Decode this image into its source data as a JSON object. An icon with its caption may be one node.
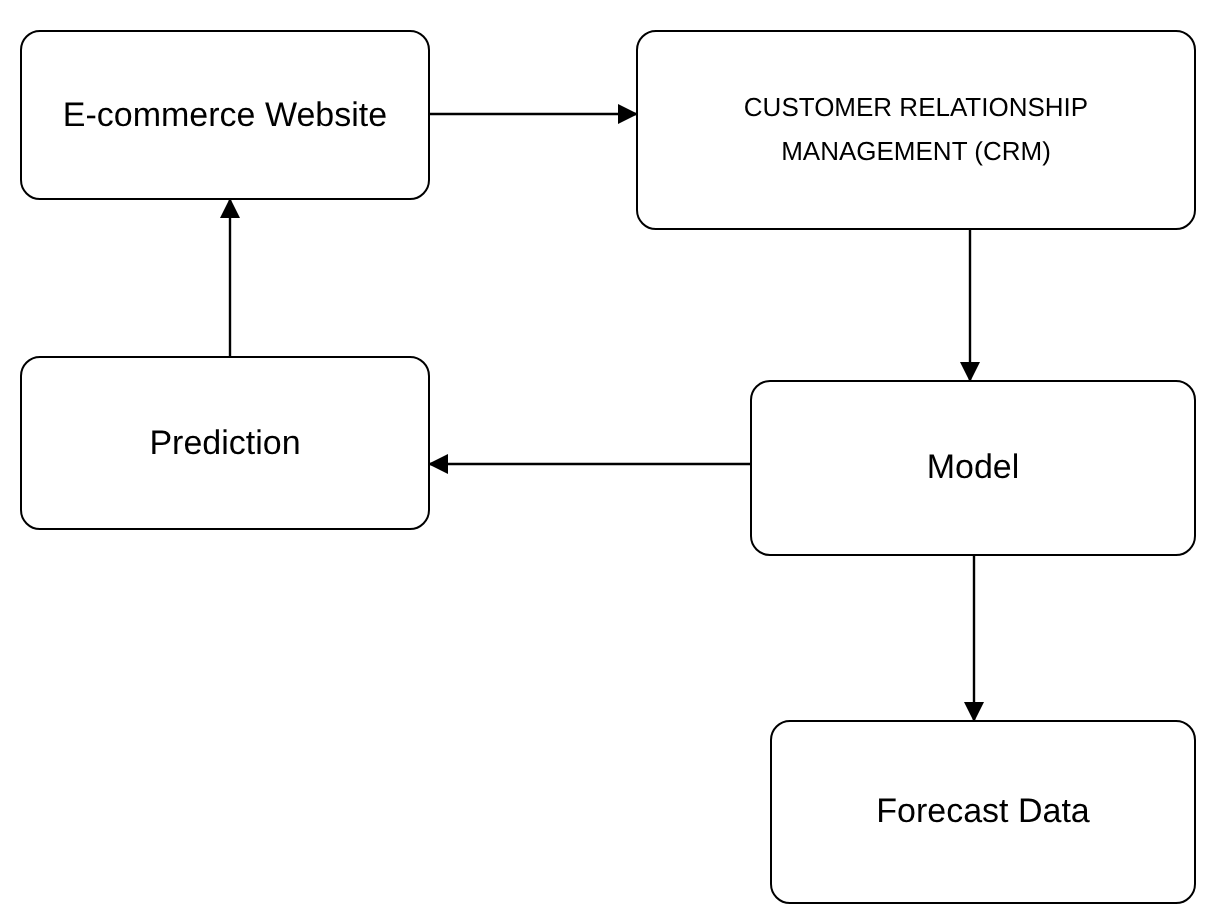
{
  "diagram": {
    "nodes": [
      {
        "text": [
          "E-commerce Website"
        ]
      },
      {
        "text": [
          "CUSTOMER RELATIONSHIP MANAGEMENT (CRM)"
        ]
      },
      {
        "text": [
          "Prediction"
        ]
      },
      {
        "text": [
          "Model"
        ]
      },
      {
        "text": [
          "Forecast Data"
        ]
      }
    ],
    "edges": [
      {
        "from": 0,
        "to": 1,
        "arrow": "to"
      },
      {
        "from": 1,
        "to": 3,
        "arrow": "to"
      },
      {
        "from": 3,
        "to": 2,
        "arrow": "to"
      },
      {
        "from": 2,
        "to": 0,
        "arrow": "to"
      },
      {
        "from": 3,
        "to": 4,
        "arrow": "to"
      }
    ]
  }
}
